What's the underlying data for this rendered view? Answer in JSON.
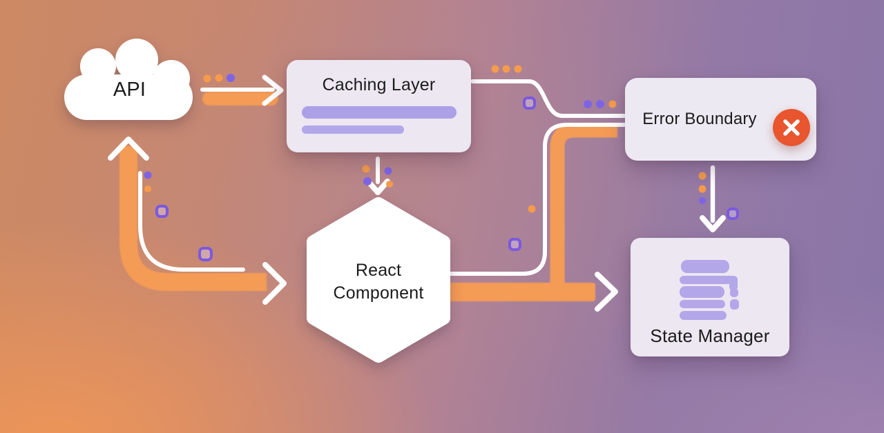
{
  "diagram": {
    "type": "flow-diagram",
    "nodes": {
      "api": {
        "label": "API",
        "shape": "cloud"
      },
      "caching_layer": {
        "label": "Caching Layer",
        "shape": "card",
        "content_note": "two purple placeholder bars"
      },
      "react_component": {
        "label": "React Component",
        "label_lines": [
          "React",
          "Component"
        ],
        "shape": "hexagon"
      },
      "error_boundary": {
        "label": "Error Boundary",
        "shape": "card",
        "icon": "error-x-icon"
      },
      "state_manager": {
        "label": "State Manager",
        "shape": "card",
        "icon": "list-stack-icon"
      }
    },
    "edges": [
      {
        "from": "API",
        "to": "Caching Layer",
        "style": "orange band with white arrow",
        "direction": "right"
      },
      {
        "from": "Caching Layer",
        "to": "React Component",
        "style": "white arrow",
        "direction": "down"
      },
      {
        "from": "Caching Layer",
        "to": "Error Boundary",
        "style": "white curved line",
        "direction": "right"
      },
      {
        "from": "React Component",
        "to": "Error Boundary",
        "style": "white line plus orange band",
        "direction": "up then right"
      },
      {
        "from": "React Component",
        "to": "State Manager",
        "style": "orange band with white arrow",
        "direction": "right"
      },
      {
        "from": "Error Boundary",
        "to": "State Manager",
        "style": "white arrow",
        "direction": "down"
      },
      {
        "from": "React Component",
        "to": "API",
        "style": "orange band with white arrow",
        "direction": "left then up"
      },
      {
        "from": "API",
        "to": "React Component",
        "style": "white line with white arrow",
        "direction": "down then right"
      }
    ],
    "decorations": {
      "flow_dot_colors": [
        "#F59B4B",
        "#7E64E4"
      ],
      "flow_token_square_border": "#7B59DF"
    },
    "colors": {
      "background_left": "#CC8963",
      "background_bottom_left": "#F29A5C",
      "background_right": "#8B76A7",
      "card_background": "#ECE7F1",
      "band_orange": "#F49B54",
      "connector_white": "#FFFFFF",
      "accent_purple_bar": "#ACA0E7",
      "error_red": "#E8552F",
      "text": "#1B1B1B"
    }
  }
}
